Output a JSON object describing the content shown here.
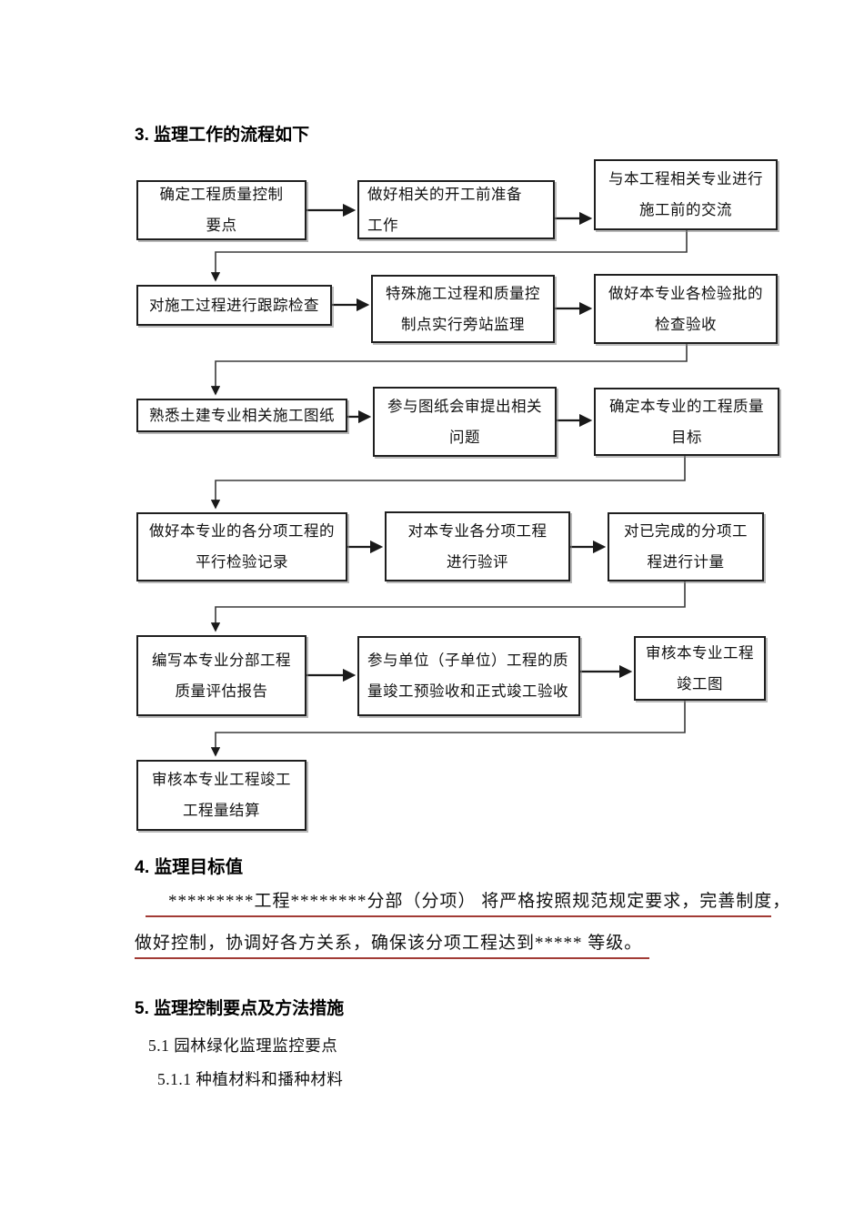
{
  "page": {
    "section3_heading": "3. 监理工作的流程如下",
    "section4_heading": "4.  监理目标值",
    "section4_para_line1": "*********工程********分部（分项） 将严格按照规范规定要求，完善制度，",
    "section4_para_line2": "做好控制，协调好各方关系，确保该分项工程达到***** 等级。",
    "section5_heading": "5.  监理控制要点及方法措施",
    "section5_sub1": "5.1 园林绿化监理监控要点",
    "section5_sub2": "5.1.1 种植材料和播种材料"
  },
  "flowchart": {
    "boxes": [
      {
        "id": 1,
        "lines": [
          "确定工程质量控制",
          "要点"
        ]
      },
      {
        "id": 2,
        "lines": [
          "做好相关的开工前准备",
          "工作"
        ]
      },
      {
        "id": 3,
        "lines": [
          "与本工程相关专业进行",
          "施工前的交流"
        ]
      },
      {
        "id": 4,
        "lines": [
          "对施工过程进行跟踪检查"
        ]
      },
      {
        "id": 5,
        "lines": [
          "特殊施工过程和质量控",
          "制点实行旁站监理"
        ]
      },
      {
        "id": 6,
        "lines": [
          "做好本专业各检验批的",
          "检查验收"
        ]
      },
      {
        "id": 7,
        "lines": [
          "熟悉土建专业相关施工图纸"
        ]
      },
      {
        "id": 8,
        "lines": [
          "参与图纸会审提出相关",
          "问题"
        ]
      },
      {
        "id": 9,
        "lines": [
          "确定本专业的工程质量",
          "目标"
        ]
      },
      {
        "id": 10,
        "lines": [
          "做好本专业的各分项工程的",
          "平行检验记录"
        ]
      },
      {
        "id": 11,
        "lines": [
          "对本专业各分项工程",
          "进行验评"
        ]
      },
      {
        "id": 12,
        "lines": [
          "对已完成的分项工",
          "程进行计量"
        ]
      },
      {
        "id": 13,
        "lines": [
          "编写本专业分部工程",
          "质量评估报告"
        ]
      },
      {
        "id": 14,
        "lines": [
          "参与单位（子单位）工程的质",
          "量竣工预验收和正式竣工验收"
        ]
      },
      {
        "id": 15,
        "lines": [
          "审核本专业工程",
          "竣工图"
        ]
      },
      {
        "id": 16,
        "lines": [
          "审核本专业工程竣工",
          "工程量结算"
        ]
      }
    ]
  },
  "colors": {
    "box_border": "#1f1f1f",
    "underline_red": "#a23b35",
    "text": "#111111",
    "page_background": "#ffffff"
  }
}
